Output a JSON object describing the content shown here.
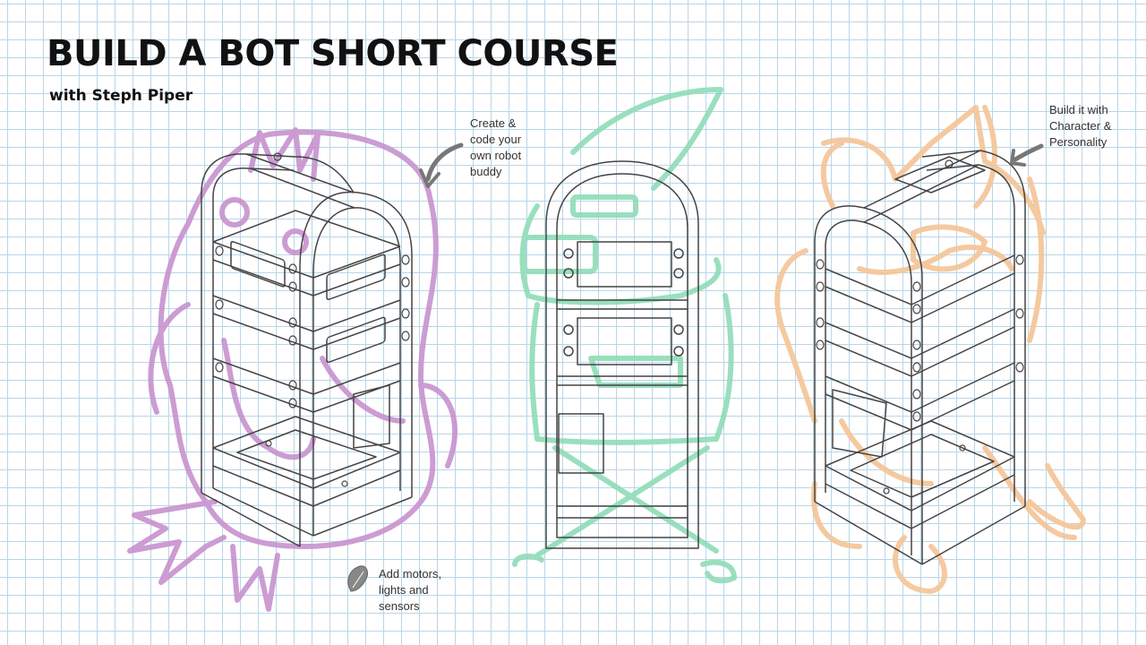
{
  "header": {
    "title": "BUILD A BOT SHORT COURSE",
    "subtitle": "with Steph Piper"
  },
  "notes": {
    "create": [
      "Create &",
      "code your",
      "own robot",
      "buddy"
    ],
    "character": [
      "Build it with",
      "Character &",
      "Personality"
    ],
    "motors": [
      "Add motors,",
      "lights and",
      "sensors"
    ]
  },
  "colors": {
    "purple_sketch": "#c792cf",
    "green_sketch": "#8fdcb8",
    "orange_sketch": "#f5c79b",
    "frame_line": "#444444",
    "grid": "#b9d6e8",
    "arrow": "#777777"
  },
  "icons": [
    "arrow-icon",
    "leaf-icon"
  ]
}
